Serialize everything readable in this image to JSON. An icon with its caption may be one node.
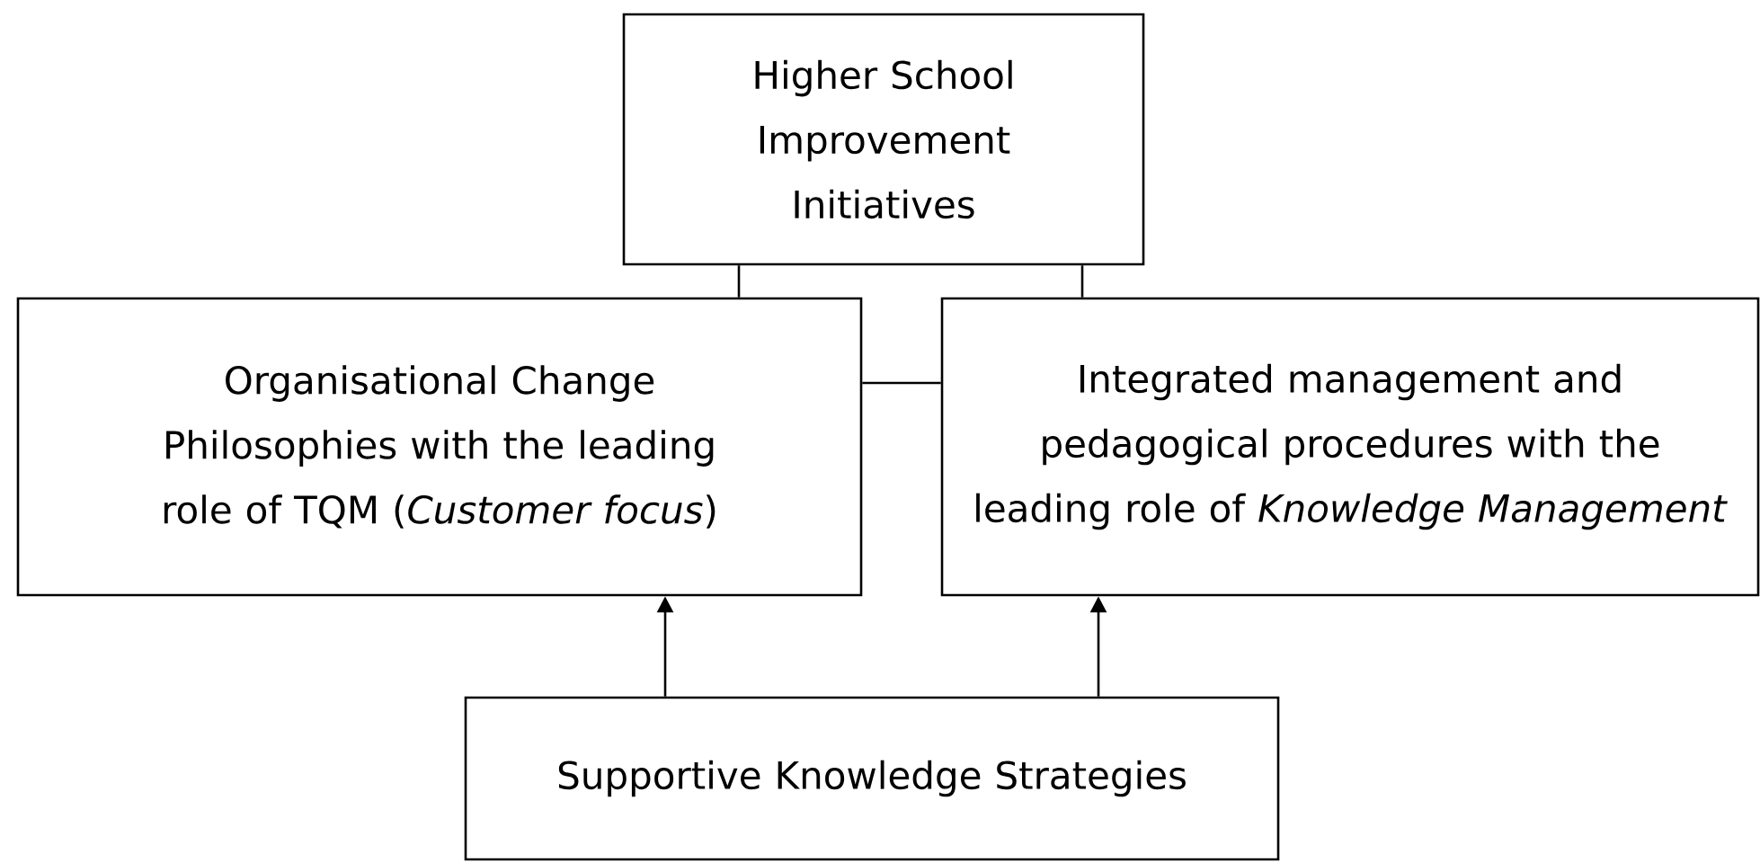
{
  "diagram": {
    "nodes": [
      {
        "text": [
          "Higher School Improvement Initiatives"
        ]
      },
      {
        "text": [
          "Organisational Change Philosophies with the leading role of TQM (*Customer focus*)"
        ]
      },
      {
        "text": [
          "Integrated management and pedagogical procedures with the leading role of *Knowledge Management*"
        ]
      },
      {
        "text": [
          "Supportive Knowledge Strategies"
        ]
      }
    ],
    "edges": [
      {
        "from": 0,
        "to": 1,
        "arrow": "none"
      },
      {
        "from": 0,
        "to": 2,
        "arrow": "none"
      },
      {
        "from": 1,
        "to": 2,
        "arrow": "none"
      },
      {
        "from": 3,
        "to": 1,
        "arrow": "to"
      },
      {
        "from": 3,
        "to": 2,
        "arrow": "to"
      }
    ]
  }
}
